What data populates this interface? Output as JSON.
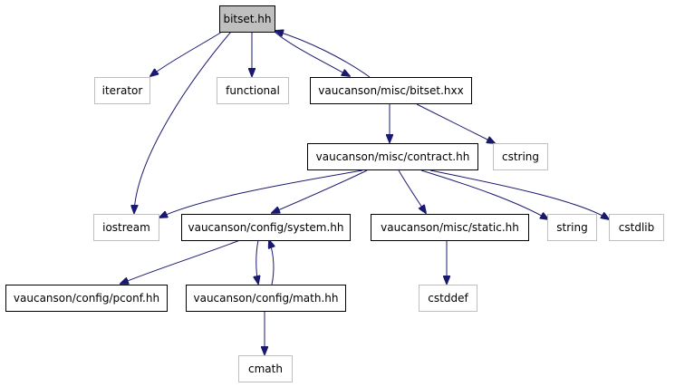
{
  "diagram": {
    "colors": {
      "edge": "#191970",
      "arrowhead": "#191970",
      "root_fill": "#bfbfbf",
      "root_stroke": "#000000",
      "internal_fill": "#ffffff",
      "internal_stroke": "#000000",
      "external_fill": "#ffffff",
      "external_stroke": "#bfbfbf"
    },
    "nodes": [
      {
        "id": "bitset_hh",
        "label": "bitset.hh",
        "kind": "root"
      },
      {
        "id": "iterator",
        "label": "iterator",
        "kind": "external"
      },
      {
        "id": "functional",
        "label": "functional",
        "kind": "external"
      },
      {
        "id": "bitset_hxx",
        "label": "vaucanson/misc/bitset.hxx",
        "kind": "internal"
      },
      {
        "id": "contract_hh",
        "label": "vaucanson/misc/contract.hh",
        "kind": "internal"
      },
      {
        "id": "cstring",
        "label": "cstring",
        "kind": "external"
      },
      {
        "id": "iostream",
        "label": "iostream",
        "kind": "external"
      },
      {
        "id": "system_hh",
        "label": "vaucanson/config/system.hh",
        "kind": "internal"
      },
      {
        "id": "static_hh",
        "label": "vaucanson/misc/static.hh",
        "kind": "internal"
      },
      {
        "id": "string",
        "label": "string",
        "kind": "external"
      },
      {
        "id": "cstdlib",
        "label": "cstdlib",
        "kind": "external"
      },
      {
        "id": "pconf_hh",
        "label": "vaucanson/config/pconf.hh",
        "kind": "internal"
      },
      {
        "id": "math_hh",
        "label": "vaucanson/config/math.hh",
        "kind": "internal"
      },
      {
        "id": "cstddef",
        "label": "cstddef",
        "kind": "external"
      },
      {
        "id": "cmath",
        "label": "cmath",
        "kind": "external"
      }
    ],
    "edges": [
      {
        "from": "bitset_hh",
        "to": "iterator"
      },
      {
        "from": "bitset_hh",
        "to": "functional"
      },
      {
        "from": "bitset_hh",
        "to": "iostream"
      },
      {
        "from": "bitset_hh",
        "to": "bitset_hxx"
      },
      {
        "from": "bitset_hxx",
        "to": "bitset_hh"
      },
      {
        "from": "bitset_hxx",
        "to": "contract_hh"
      },
      {
        "from": "bitset_hxx",
        "to": "cstring"
      },
      {
        "from": "contract_hh",
        "to": "iostream"
      },
      {
        "from": "contract_hh",
        "to": "system_hh"
      },
      {
        "from": "contract_hh",
        "to": "static_hh"
      },
      {
        "from": "contract_hh",
        "to": "string"
      },
      {
        "from": "contract_hh",
        "to": "cstdlib"
      },
      {
        "from": "system_hh",
        "to": "pconf_hh"
      },
      {
        "from": "system_hh",
        "to": "math_hh"
      },
      {
        "from": "math_hh",
        "to": "system_hh"
      },
      {
        "from": "static_hh",
        "to": "cstddef"
      },
      {
        "from": "math_hh",
        "to": "cmath"
      }
    ]
  }
}
